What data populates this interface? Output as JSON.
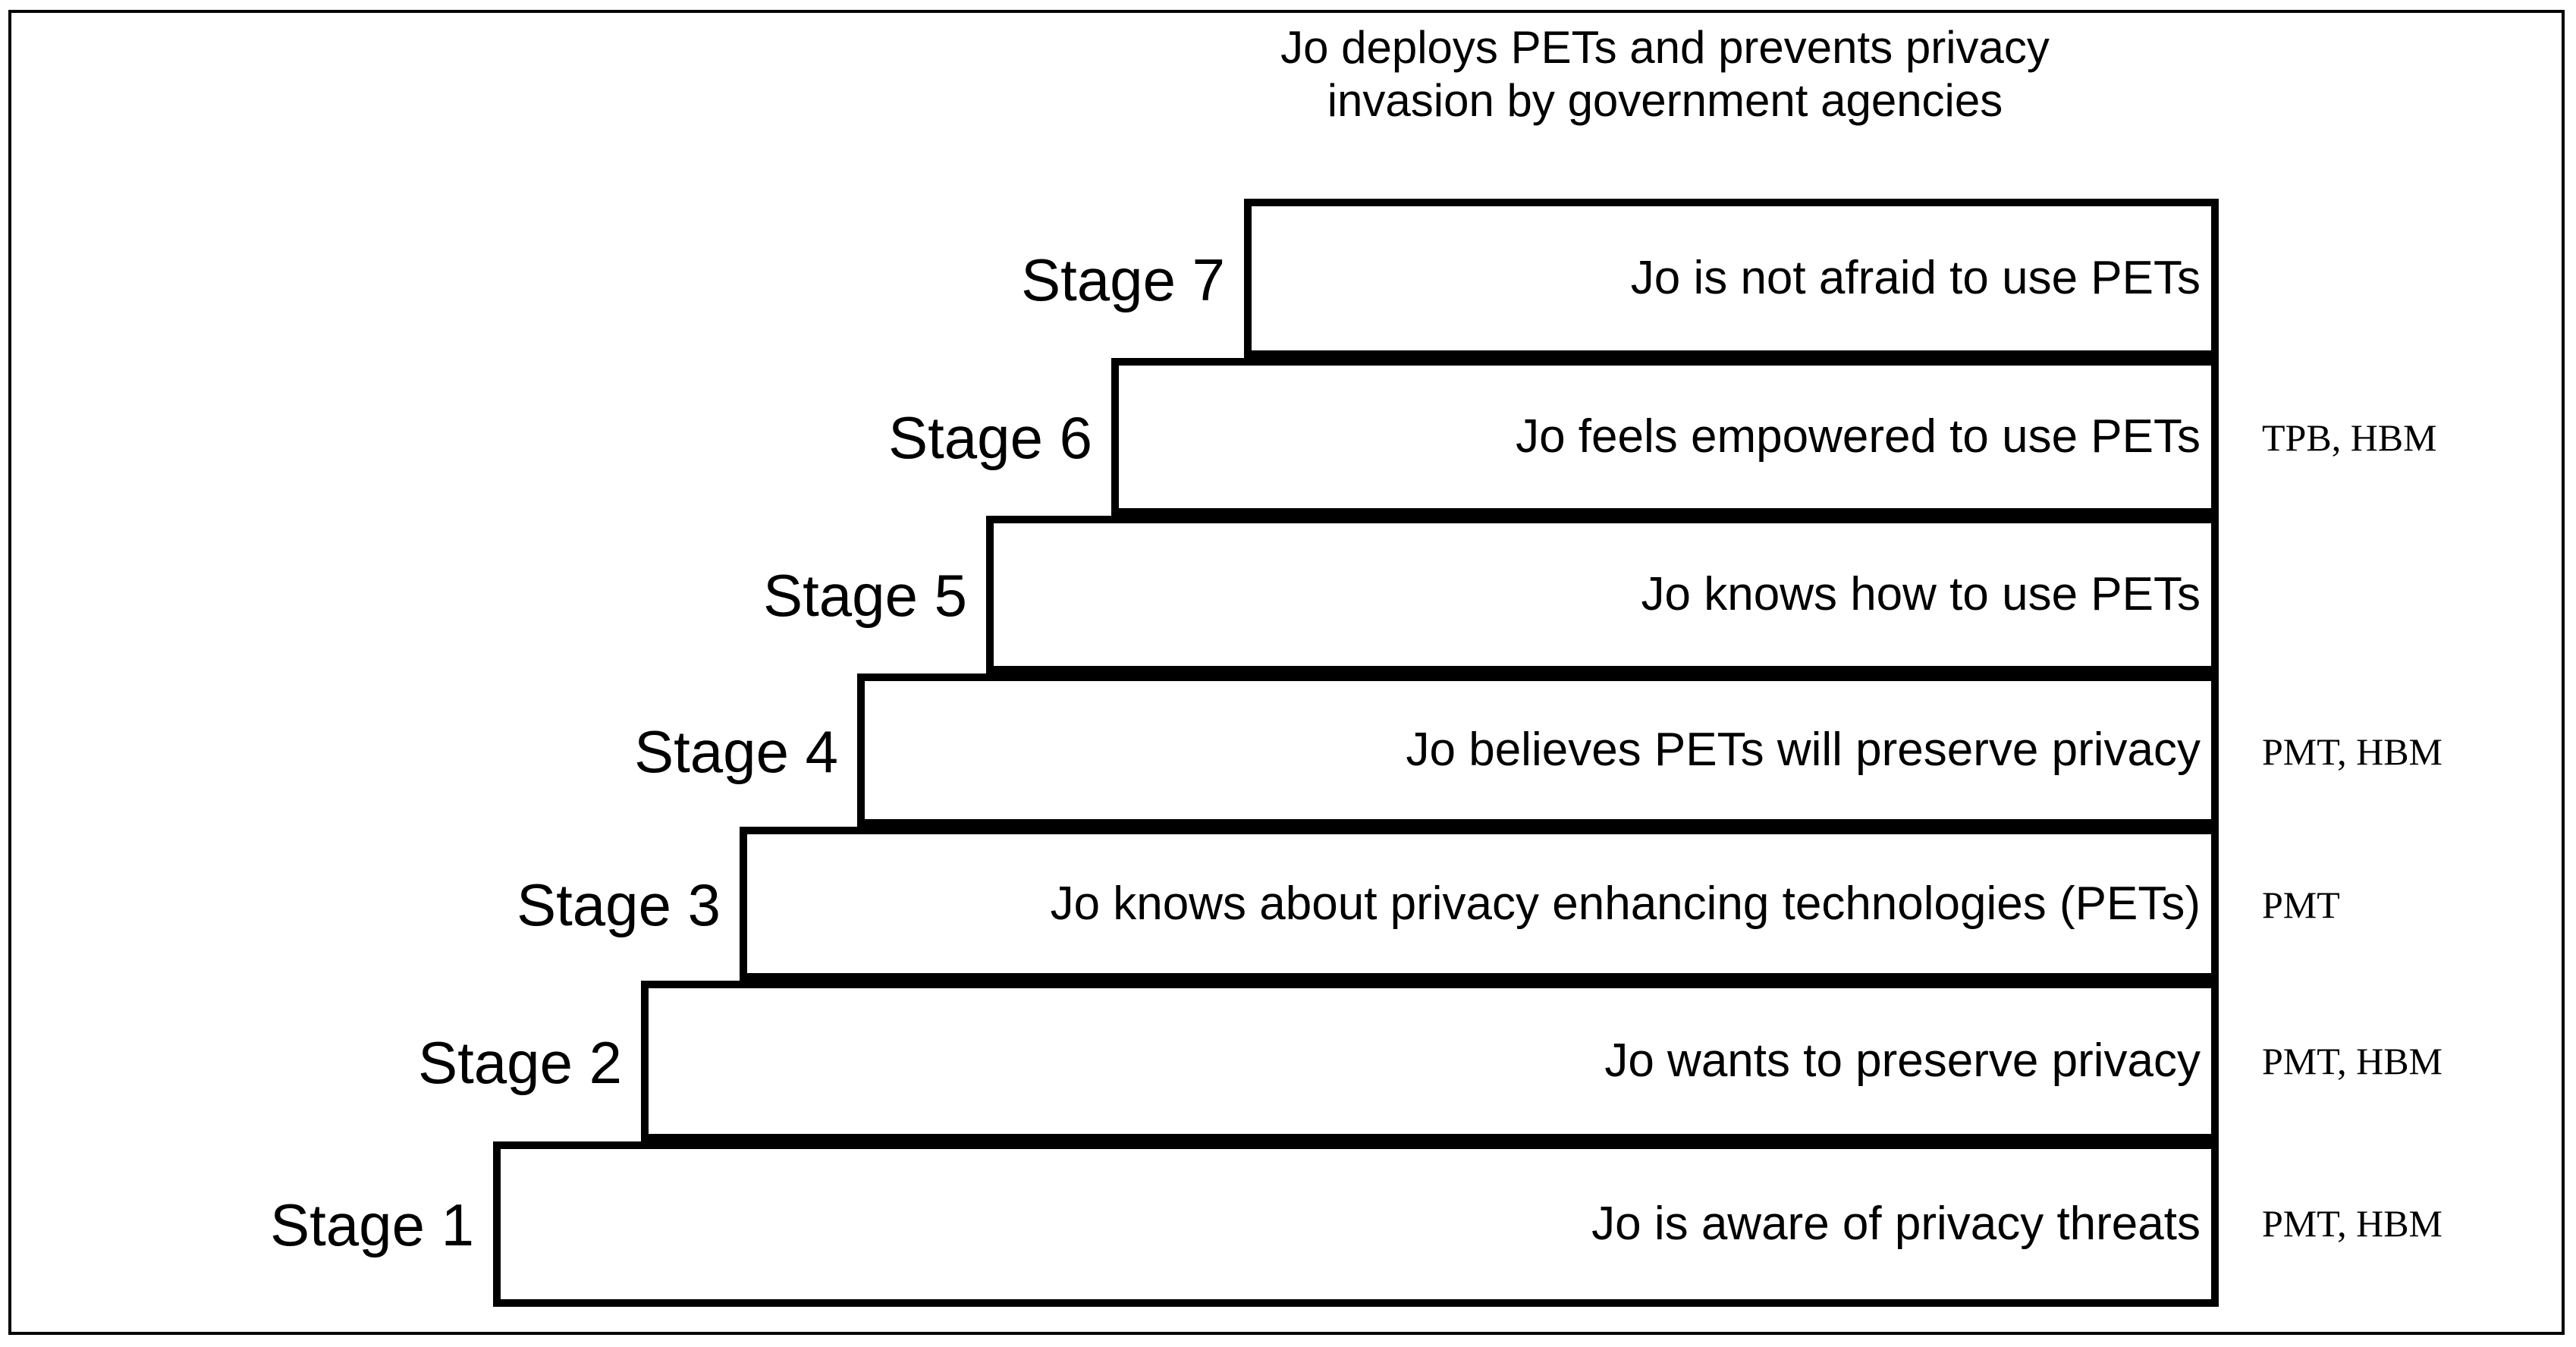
{
  "figure": {
    "caption": "Jo deploys PETs and prevents privacy\ninvasion by government agencies",
    "accent_color": "#000000",
    "background_color": "#ffffff"
  },
  "stages": [
    {
      "label": "Stage 7",
      "text": "Jo is not afraid to use PETs",
      "theory": ""
    },
    {
      "label": "Stage 6",
      "text": "Jo feels empowered to use PETs",
      "theory": "TPB, HBM"
    },
    {
      "label": "Stage 5",
      "text": "Jo knows how to use PETs",
      "theory": ""
    },
    {
      "label": "Stage 4",
      "text": "Jo believes PETs will preserve privacy",
      "theory": "PMT, HBM"
    },
    {
      "label": "Stage 3",
      "text": "Jo knows about privacy enhancing technologies (PETs)",
      "theory": "PMT"
    },
    {
      "label": "Stage 2",
      "text": "Jo wants to preserve privacy",
      "theory": "PMT, HBM"
    },
    {
      "label": "Stage 1",
      "text": "Jo is aware of privacy threats",
      "theory": "PMT, HBM"
    }
  ]
}
